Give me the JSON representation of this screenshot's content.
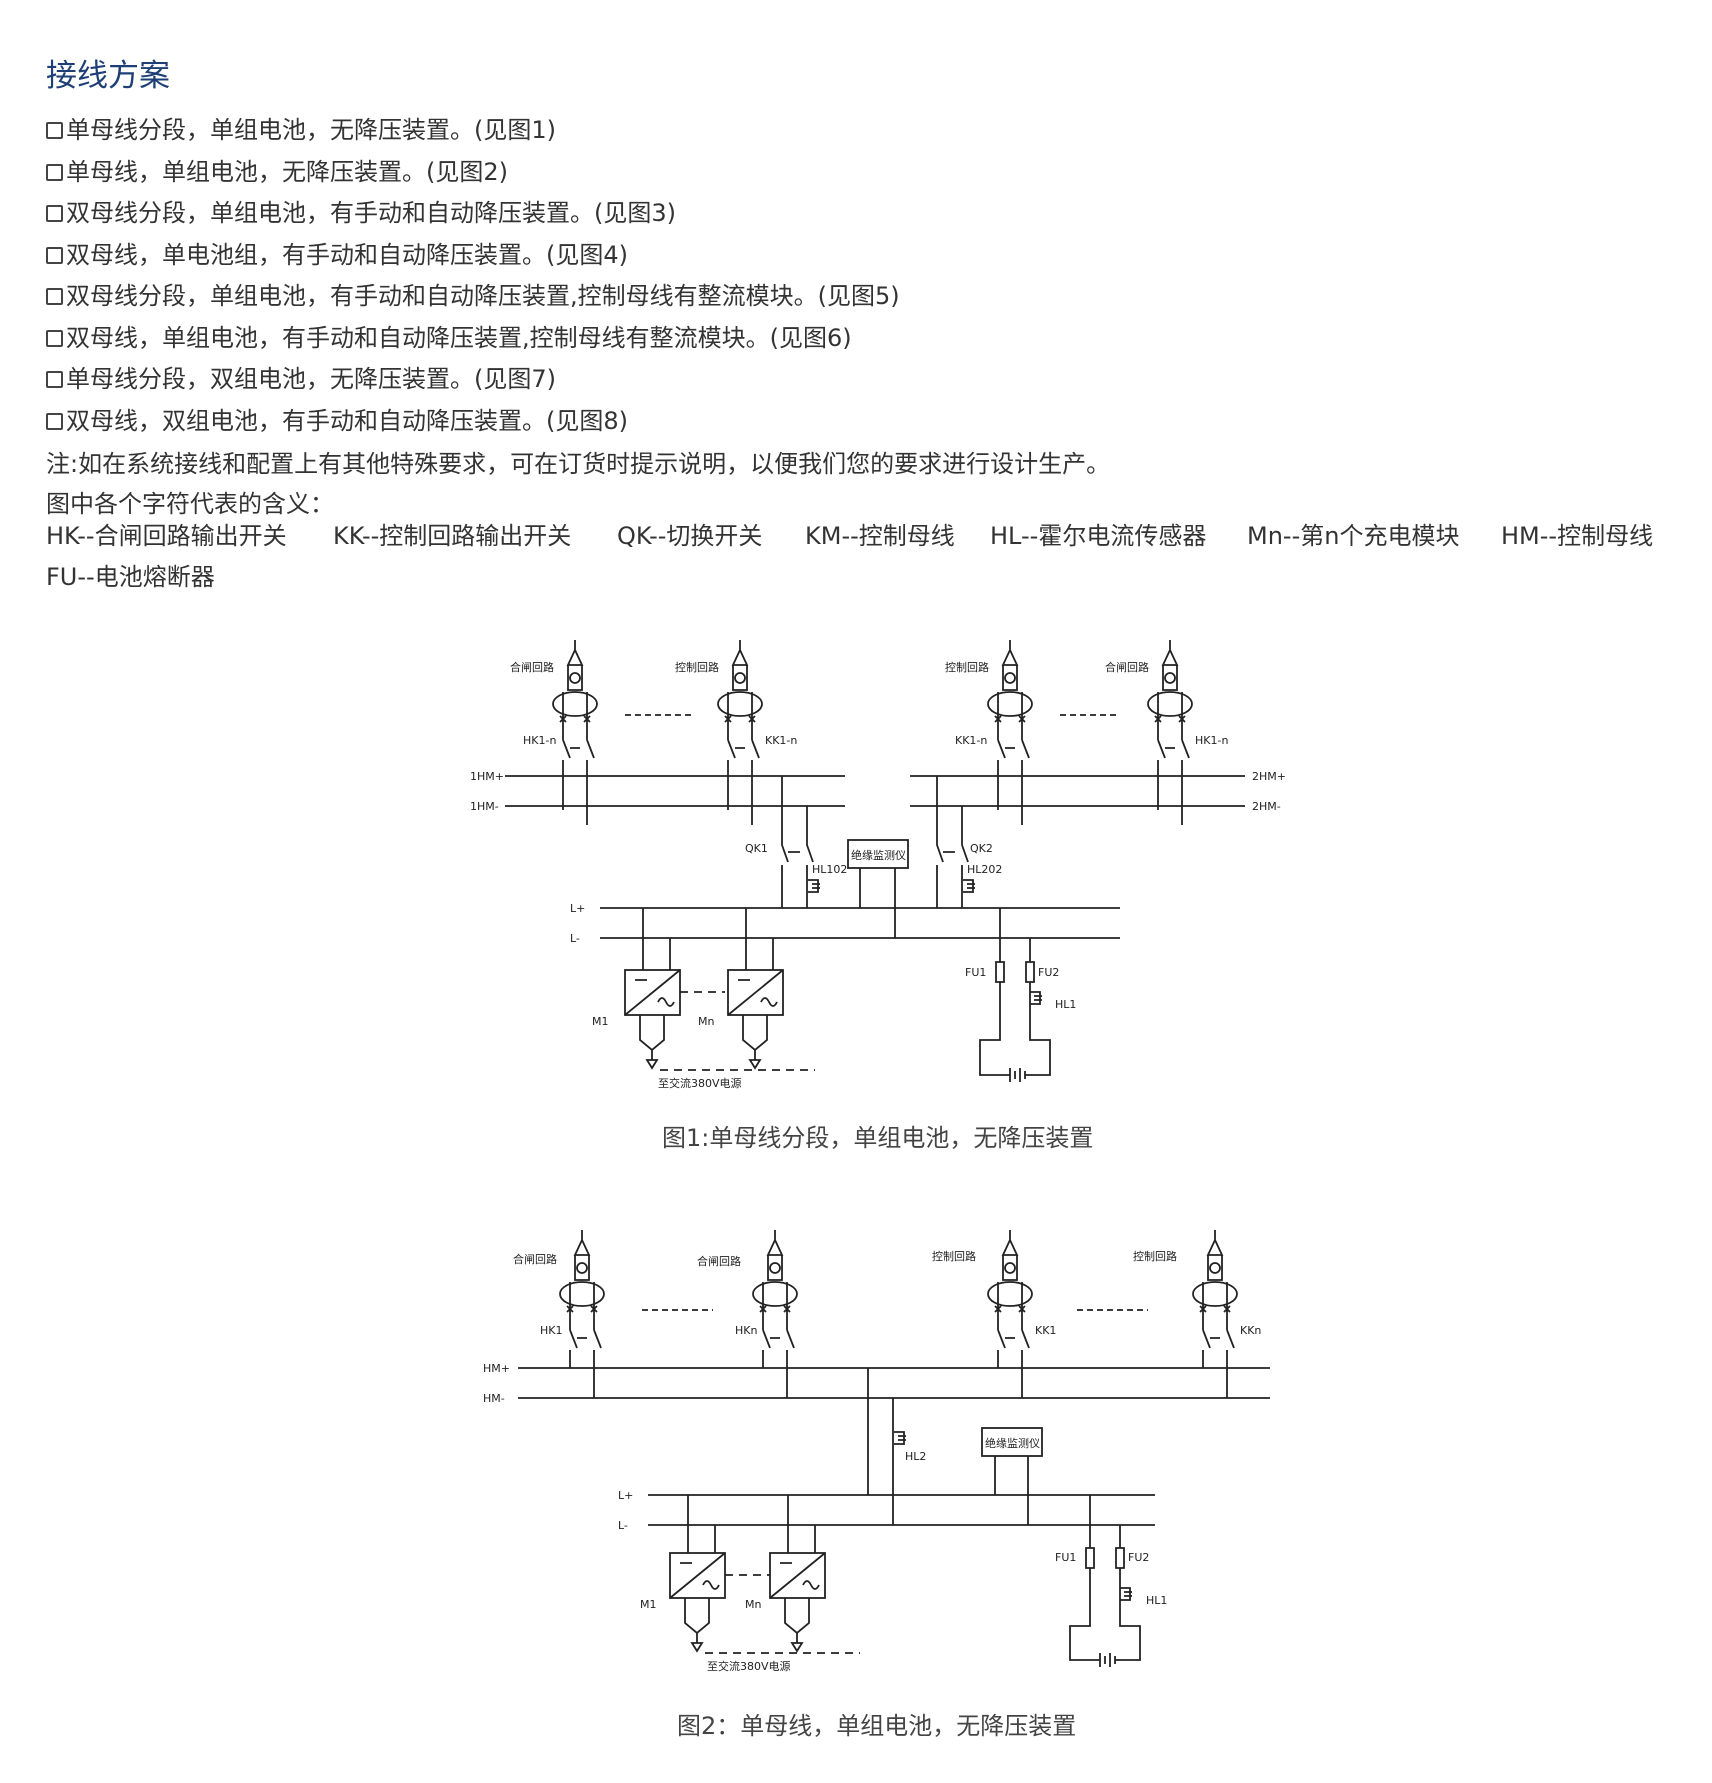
{
  "title": "接线方案",
  "options": [
    "单母线分段，单组电池，无降压装置。(见图1)",
    "单母线，单组电池，无降压装置。(见图2)",
    "双母线分段，单组电池，有手动和自动降压装置。(见图3)",
    "双母线，单电池组，有手动和自动降压装置。(见图4)",
    "双母线分段，单组电池，有手动和自动降压装置,控制母线有整流模块。(见图5)",
    "双母线，单组电池，有手动和自动降压装置,控制母线有整流模块。(见图6)",
    "单母线分段，双组电池，无降压装置。(见图7)",
    "双母线，双组电池，有手动和自动降压装置。(见图8)"
  ],
  "note": "注:如在系统接线和配置上有其他特殊要求，可在订货时提示说明，以便我们您的要求进行设计生产。",
  "legend_title": "图中各个字符代表的含义：",
  "legend": [
    "HK--合闸回路输出开关",
    "KK--控制回路输出开关",
    "QK--切换开关",
    "KM--控制母线",
    "HL--霍尔电流传感器",
    "Mn--第n个充电模块",
    "HM--控制母线",
    "FU--电池熔断器"
  ],
  "fig1": {
    "caption": "图1:单母线分段，单组电池，无降压装置",
    "feeder_labels": [
      "合闸回路",
      "控制回路",
      "控制回路",
      "合闸回路"
    ],
    "switch_labels": [
      "HK1-n",
      "KK1-n",
      "KK1-n",
      "HK1-n"
    ],
    "bus_left": [
      "1HM+",
      "1HM-"
    ],
    "bus_right": [
      "2HM+",
      "2HM-"
    ],
    "qk1": "QK1",
    "qk2": "QK2",
    "hl102": "HL102",
    "hl202": "HL202",
    "monitor": "绝缘监测仪",
    "lbus": [
      "L+",
      "L-"
    ],
    "fu1": "FU1",
    "fu2": "FU2",
    "hl1": "HL1",
    "m1": "M1",
    "mn": "Mn",
    "ac": "至交流380V电源"
  },
  "fig2": {
    "caption": "图2：单母线，单组电池，无降压装置",
    "feeder_labels": [
      "合闸回路",
      "合闸回路",
      "控制回路",
      "控制回路"
    ],
    "switch_labels": [
      "HK1",
      "HKn",
      "KK1",
      "KKn"
    ],
    "bus": [
      "HM+",
      "HM-"
    ],
    "hl2": "HL2",
    "monitor": "绝缘监测仪",
    "lbus": [
      "L+",
      "L-"
    ],
    "fu1": "FU1",
    "fu2": "FU2",
    "hl1": "HL1",
    "m1": "M1",
    "mn": "Mn",
    "ac": "至交流380V电源"
  }
}
